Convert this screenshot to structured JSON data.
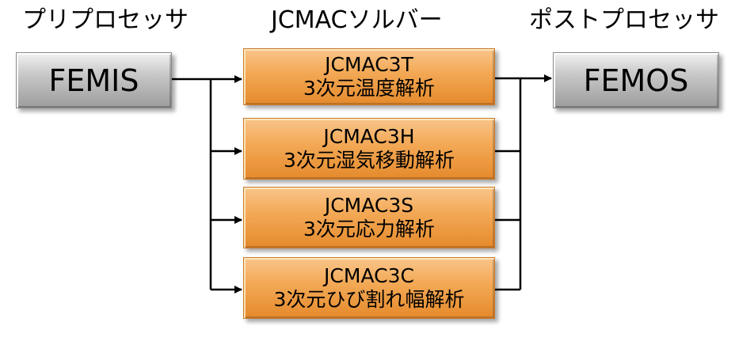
{
  "headings": {
    "preprocessor": "プリプロセッサ",
    "solver": "JCMACソルバー",
    "postprocessor": "ポストプロセッサ"
  },
  "nodes": {
    "femis": "FEMIS",
    "femos": "FEMOS",
    "solvers": [
      {
        "code": "JCMAC3T",
        "desc": "3次元温度解析"
      },
      {
        "code": "JCMAC3H",
        "desc": "3次元湿気移動解析"
      },
      {
        "code": "JCMAC3S",
        "desc": "3次元応力解析"
      },
      {
        "code": "JCMAC3C",
        "desc": "3次元ひび割れ幅解析"
      }
    ]
  },
  "colors": {
    "solver_box": "#f3a956",
    "io_box": "#c9c9c9",
    "line": "#000000"
  }
}
